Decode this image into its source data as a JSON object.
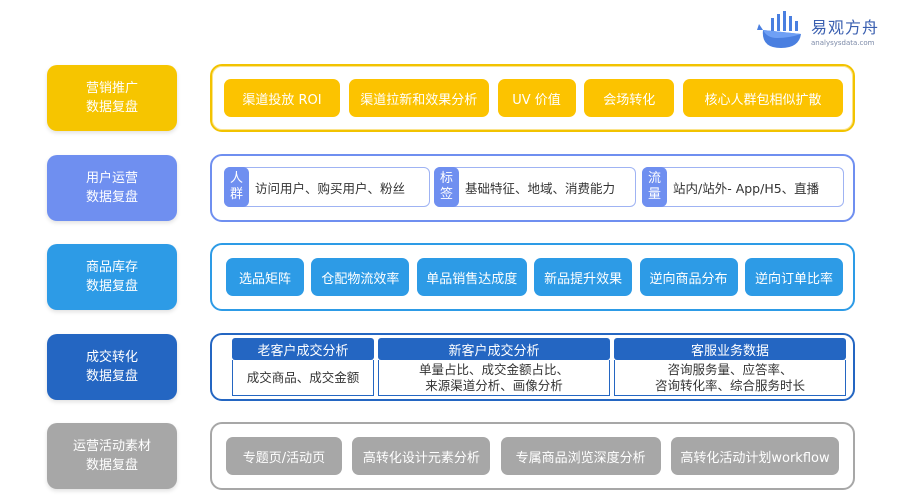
{
  "logo": {
    "title": "易观方舟",
    "subtitle": "analysysdata.com"
  },
  "rows": [
    {
      "label": "营销推广\n数据复盘",
      "chips": [
        "渠道投放 ROI",
        "渠道拉新和效果分析",
        "UV 价值",
        "会场转化",
        "核心人群包相似扩散"
      ]
    },
    {
      "label": "用户运营\n数据复盘",
      "groups": [
        {
          "tag": "人\n群",
          "text": "访问用户、购买用户、粉丝"
        },
        {
          "tag": "标\n签",
          "text": "基础特征、地域、消费能力"
        },
        {
          "tag": "流\n量",
          "text": "站内/站外- App/H5、直播"
        }
      ]
    },
    {
      "label": "商品库存\n数据复盘",
      "chips": [
        "选品矩阵",
        "仓配物流效率",
        "单品销售达成度",
        "新品提升效果",
        "逆向商品分布",
        "逆向订单比率"
      ]
    },
    {
      "label": "成交转化\n数据复盘",
      "sections": [
        {
          "title": "老客户成交分析",
          "body": "成交商品、成交金额"
        },
        {
          "title": "新客户成交分析",
          "body": "单量占比、成交金额占比、\n来源渠道分析、画像分析"
        },
        {
          "title": "客服业务数据",
          "body": "咨询服务量、应答率、\n咨询转化率、综合服务时长"
        }
      ]
    },
    {
      "label": "运营活动素材\n数据复盘",
      "chips": [
        "专题页/活动页",
        "高转化设计元素分析",
        "专属商品浏览深度分析",
        "高转化活动计划workflow"
      ]
    }
  ]
}
